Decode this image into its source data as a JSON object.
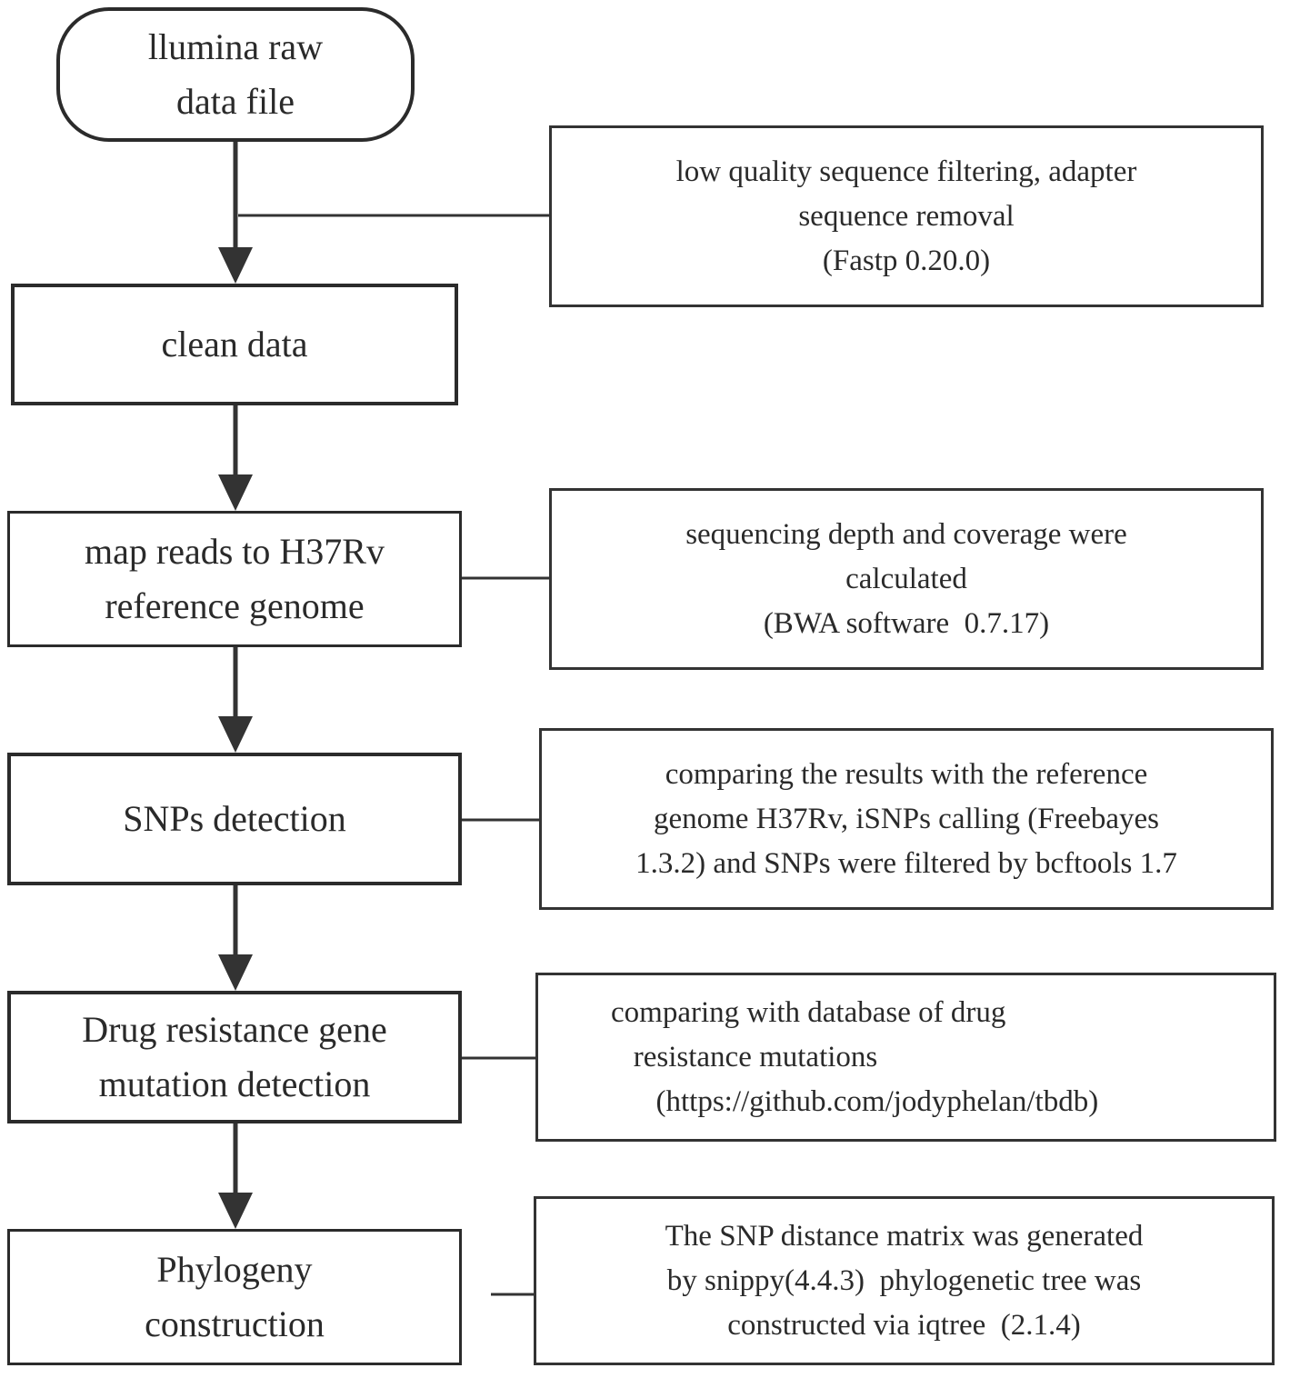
{
  "flowchart": {
    "start": {
      "label": "llumina raw\ndata file"
    },
    "steps": [
      {
        "id": "clean",
        "label": "clean data"
      },
      {
        "id": "map",
        "label": "map reads to H37Rv\nreference genome"
      },
      {
        "id": "snps",
        "label": "SNPs detection"
      },
      {
        "id": "drug",
        "label": "Drug resistance gene\nmutation detection"
      },
      {
        "id": "phylo",
        "label": "Phylogeny\nconstruction"
      }
    ],
    "notes": [
      {
        "id": "filter",
        "text": "low quality sequence filtering, adapter\nsequence removal\n(Fastp 0.20.0)"
      },
      {
        "id": "depth",
        "text": "sequencing depth and coverage were\ncalculated\n(BWA software  0.7.17)"
      },
      {
        "id": "calling",
        "text": "comparing the results with the reference\ngenome H37Rv, iSNPs calling (Freebayes\n1.3.2) and SNPs were filtered by bcftools 1.7"
      },
      {
        "id": "database",
        "text": "comparing with database of drug\n   resistance mutations\n      (https://github.com/jodyphelan/tbdb)"
      },
      {
        "id": "tree",
        "text": "The SNP distance matrix was generated\nby snippy(4.4.3)  phylogenetic tree was\nconstructed via iqtree  (2.1.4)"
      }
    ]
  }
}
